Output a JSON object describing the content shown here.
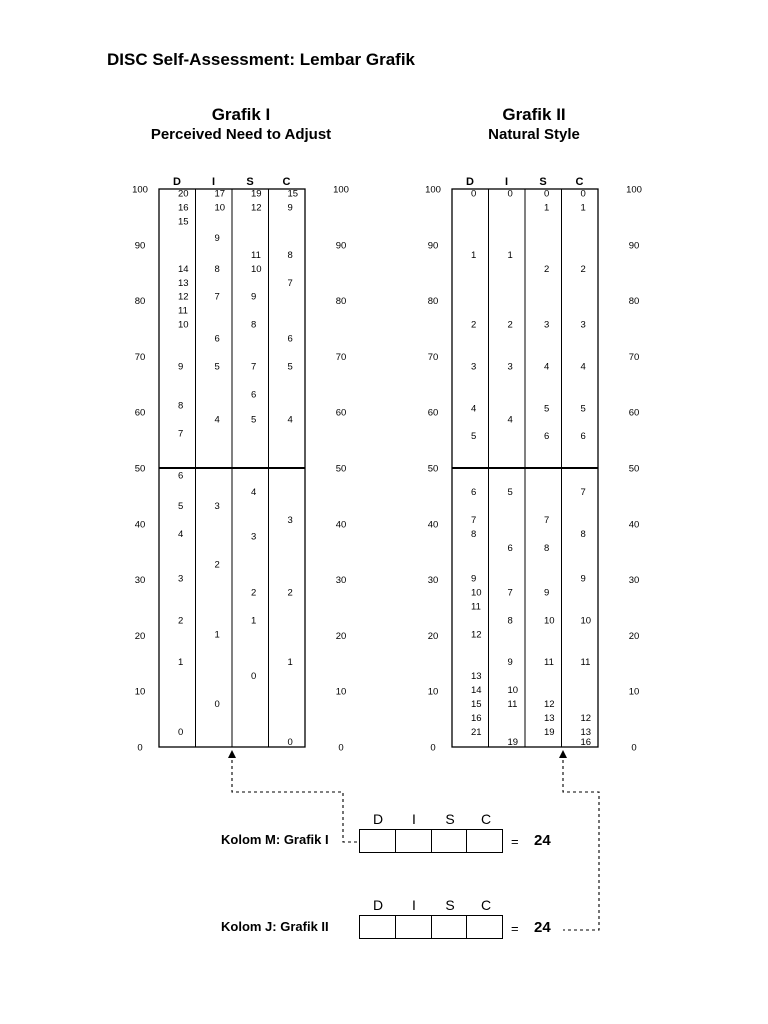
{
  "title": "DISC Self-Assessment: Lembar Grafik",
  "graphs": [
    {
      "title": "Grafik I",
      "subtitle": "Perceived Need to Adjust",
      "columns": [
        "D",
        "I",
        "S",
        "C"
      ],
      "axis_ticks": [
        100,
        90,
        80,
        70,
        60,
        50,
        40,
        30,
        20,
        10,
        0
      ],
      "numbers": [
        [
          [
            100,
            "20"
          ],
          [
            97.5,
            "16"
          ],
          [
            95,
            "15"
          ],
          [
            86.5,
            "14"
          ],
          [
            84,
            "13"
          ],
          [
            81.5,
            "12"
          ],
          [
            79,
            "11"
          ],
          [
            76.5,
            "10"
          ],
          [
            69,
            "9"
          ],
          [
            62,
            "8"
          ],
          [
            57,
            "7"
          ],
          [
            49.5,
            "6"
          ],
          [
            44,
            "5"
          ],
          [
            39,
            "4"
          ],
          [
            31,
            "3"
          ],
          [
            23.5,
            "2"
          ],
          [
            16,
            "1"
          ],
          [
            3.5,
            "0"
          ]
        ],
        [
          [
            100,
            "17"
          ],
          [
            97.5,
            "10"
          ],
          [
            92,
            "9"
          ],
          [
            86.5,
            "8"
          ],
          [
            81.5,
            "7"
          ],
          [
            74,
            "6"
          ],
          [
            69,
            "5"
          ],
          [
            59.5,
            "4"
          ],
          [
            44,
            "3"
          ],
          [
            33.5,
            "2"
          ],
          [
            21,
            "1"
          ],
          [
            8.5,
            "0"
          ]
        ],
        [
          [
            100,
            "19"
          ],
          [
            97.5,
            "12"
          ],
          [
            89,
            "11"
          ],
          [
            86.5,
            "10"
          ],
          [
            81.5,
            "9"
          ],
          [
            76.5,
            "8"
          ],
          [
            69,
            "7"
          ],
          [
            64,
            "6"
          ],
          [
            59.5,
            "5"
          ],
          [
            46.5,
            "4"
          ],
          [
            38.5,
            "3"
          ],
          [
            28.5,
            "2"
          ],
          [
            23.5,
            "1"
          ],
          [
            13.5,
            "0"
          ]
        ],
        [
          [
            100,
            "15"
          ],
          [
            97.5,
            "9"
          ],
          [
            89,
            "8"
          ],
          [
            84,
            "7"
          ],
          [
            74,
            "6"
          ],
          [
            69,
            "5"
          ],
          [
            59.5,
            "4"
          ],
          [
            41.5,
            "3"
          ],
          [
            28.5,
            "2"
          ],
          [
            16,
            "1"
          ],
          [
            0,
            "0"
          ]
        ]
      ]
    },
    {
      "title": "Grafik II",
      "subtitle": "Natural Style",
      "columns": [
        "D",
        "I",
        "S",
        "C"
      ],
      "axis_ticks": [
        100,
        90,
        80,
        70,
        60,
        50,
        40,
        30,
        20,
        10,
        0
      ],
      "numbers": [
        [
          [
            100,
            "0"
          ],
          [
            89,
            "1"
          ],
          [
            76.5,
            "2"
          ],
          [
            69,
            "3"
          ],
          [
            61.5,
            "4"
          ],
          [
            56.5,
            "5"
          ],
          [
            46.5,
            "6"
          ],
          [
            41.5,
            "7"
          ],
          [
            39,
            "8"
          ],
          [
            31,
            "9"
          ],
          [
            28.5,
            "10"
          ],
          [
            26,
            "11"
          ],
          [
            21,
            "12"
          ],
          [
            13.5,
            "13"
          ],
          [
            11,
            "14"
          ],
          [
            8.5,
            "15"
          ],
          [
            6,
            "16"
          ],
          [
            3.5,
            "21"
          ]
        ],
        [
          [
            100,
            "0"
          ],
          [
            89,
            "1"
          ],
          [
            76.5,
            "2"
          ],
          [
            69,
            "3"
          ],
          [
            59.5,
            "4"
          ],
          [
            46.5,
            "5"
          ],
          [
            36.5,
            "6"
          ],
          [
            28.5,
            "7"
          ],
          [
            23.5,
            "8"
          ],
          [
            16,
            "9"
          ],
          [
            11,
            "10"
          ],
          [
            8.5,
            "11"
          ],
          [
            0,
            "19"
          ]
        ],
        [
          [
            100,
            "0"
          ],
          [
            97.5,
            "1"
          ],
          [
            86.5,
            "2"
          ],
          [
            76.5,
            "3"
          ],
          [
            69,
            "4"
          ],
          [
            61.5,
            "5"
          ],
          [
            56.5,
            "6"
          ],
          [
            41.5,
            "7"
          ],
          [
            36.5,
            "8"
          ],
          [
            28.5,
            "9"
          ],
          [
            23.5,
            "10"
          ],
          [
            16,
            "11"
          ],
          [
            8.5,
            "12"
          ],
          [
            6,
            "13"
          ],
          [
            3.5,
            "19"
          ]
        ],
        [
          [
            100,
            "0"
          ],
          [
            97.5,
            "1"
          ],
          [
            86.5,
            "2"
          ],
          [
            76.5,
            "3"
          ],
          [
            69,
            "4"
          ],
          [
            61.5,
            "5"
          ],
          [
            56.5,
            "6"
          ],
          [
            46.5,
            "7"
          ],
          [
            39,
            "8"
          ],
          [
            31,
            "9"
          ],
          [
            23.5,
            "10"
          ],
          [
            16,
            "11"
          ],
          [
            6,
            "12"
          ],
          [
            3.5,
            "13"
          ],
          [
            0,
            "16"
          ]
        ]
      ]
    }
  ],
  "boxes": [
    {
      "label": "Kolom M: Grafik I",
      "letters": [
        "D",
        "I",
        "S",
        "C"
      ],
      "equals": "=",
      "total": "24"
    },
    {
      "label": "Kolom J: Grafik II",
      "letters": [
        "D",
        "I",
        "S",
        "C"
      ],
      "equals": "=",
      "total": "24"
    }
  ]
}
